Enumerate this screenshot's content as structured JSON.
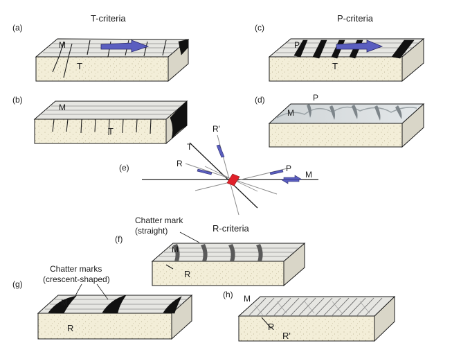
{
  "panels": {
    "a": "(a)",
    "b": "(b)",
    "c": "(c)",
    "d": "(d)",
    "e": "(e)",
    "f": "(f)",
    "g": "(g)",
    "h": "(h)"
  },
  "titles": {
    "t_criteria": "T-criteria",
    "p_criteria": "P-criteria",
    "r_criteria": "R-criteria"
  },
  "letters": {
    "M": "M",
    "T": "T",
    "P": "P",
    "R": "R",
    "R_prime": "R'"
  },
  "annotations": {
    "chatter_straight_1": "Chatter mark",
    "chatter_straight_2": "(straight)",
    "chatter_crescent_1": "Chatter marks",
    "chatter_crescent_2": "(crescent-shaped)"
  },
  "colors": {
    "arrow_blue": "#5a5ec0",
    "center_red": "#e0202a",
    "sand": "#f3eed8"
  }
}
